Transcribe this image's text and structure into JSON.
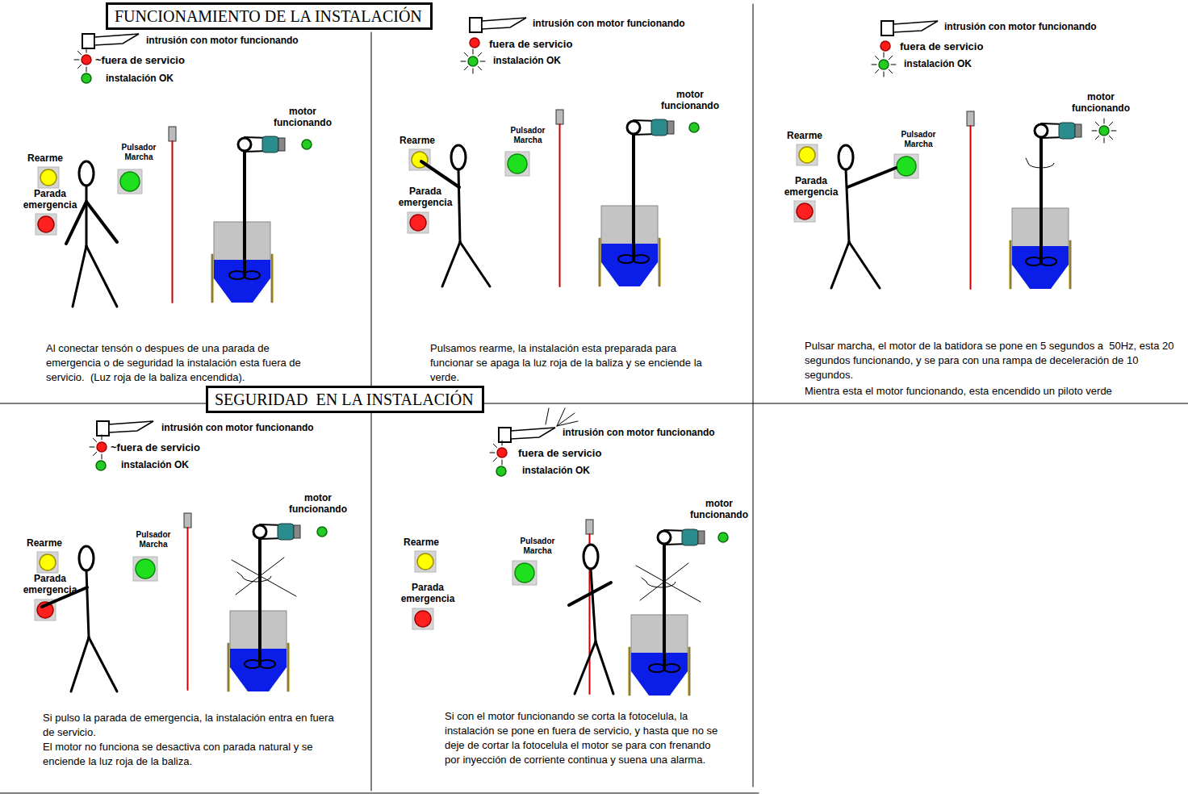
{
  "diagram": {
    "nodes": [
      {
        "text": [
          "FUNCIONAMIENTO DE LA INSTALACIÓN"
        ]
      },
      {
        "text": [
          "SEGURIDAD  EN LA INSTALACIÓN"
        ]
      }
    ],
    "labels": [
      "intrusión con motor funcionando",
      "~fuera de servicio",
      "instalación OK",
      "motor funcionando",
      "Rearme",
      "Pulsador Marcha",
      "Parada emergencia",
      "Al conectar tensón o despues de una parada de emergencia o de seguridad la instalación esta fuera de servicio.  (Luz roja de la baliza encendida).",
      "intrusión con motor funcionando",
      "fuera de servicio",
      "instalación OK",
      "motor funcionando",
      "Rearme",
      "Pulsador Marcha",
      "Parada emergencia",
      "Pulsamos rearme, la instalación esta preparada para funcionar se apaga la luz roja de la baliza y se enciende la verde.",
      "intrusión con motor funcionando",
      "fuera de servicio",
      "instalación OK",
      "motor funcionando",
      "Rearme",
      "Pulsador Marcha",
      "Parada emergencia",
      "Pulsar marcha, el motor de la batidora se pone en 5 segundos a  50Hz, esta 20 segundos funcionando, y se para con una rampa de deceleración de 10 segundos.",
      "Mientra esta el motor funcionando, esta encendido un piloto verde",
      "intrusión con motor funcionando",
      "~fuera de servicio",
      "instalación OK",
      "motor funcionando",
      "Rearme",
      "Pulsador Marcha",
      "Parada emergencia",
      "Si pulso la parada de emergencia, la instalación entra en fuera de servicio.",
      "El motor no funciona se desactiva con parada natural y se enciende la luz roja de la baliza.",
      "intrusión con motor funcionando",
      "fuera de servicio",
      "instalación OK",
      "motor funcionando",
      "Rearme",
      "Pulsador Marcha",
      "Parada emergencia",
      "Si con el motor funcionando se corta la fotocelula, la instalación se pone en fuera de servicio, y hasta que no se deje de cortar la fotocelula el motor se para con frenando por inyección de corriente continua y suena una alarma."
    ]
  }
}
